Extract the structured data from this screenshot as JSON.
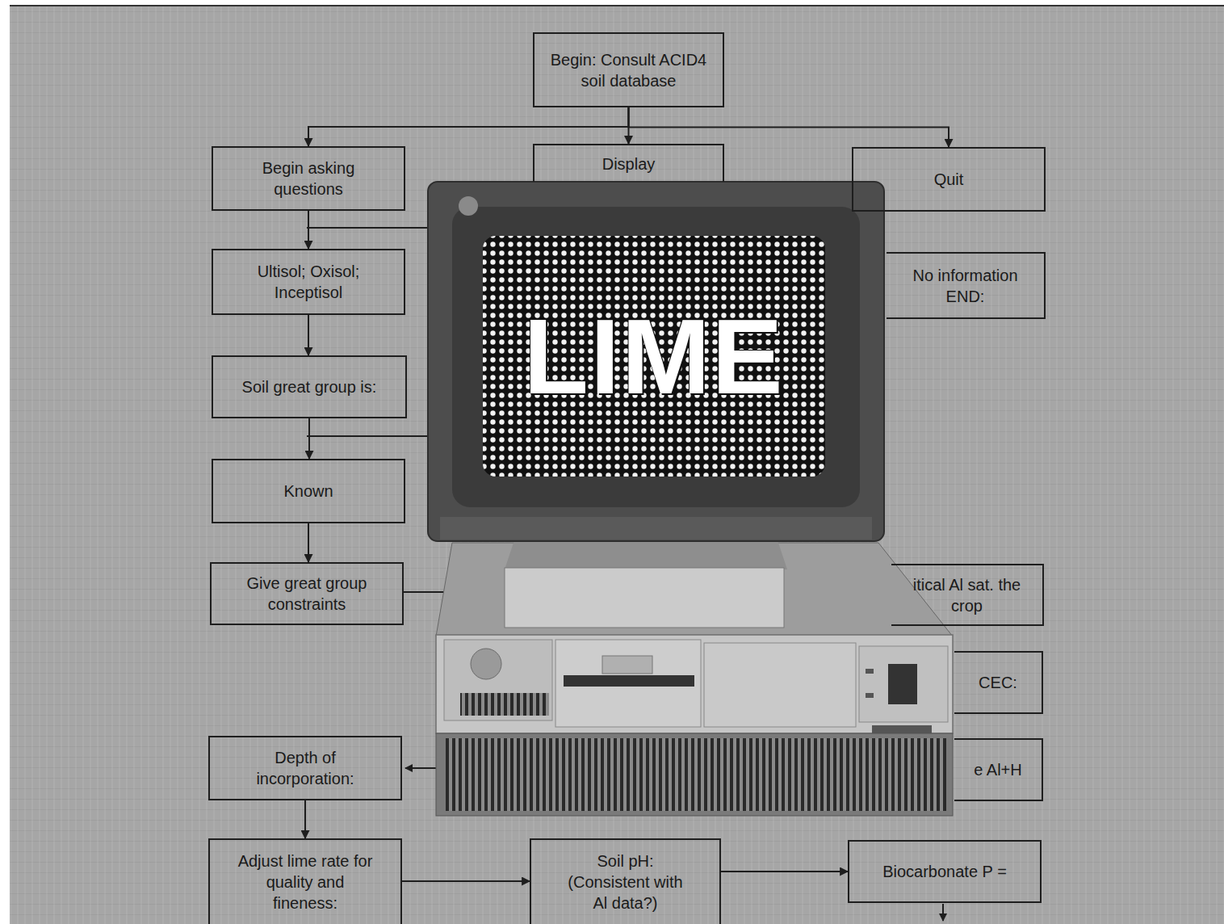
{
  "diagram": {
    "nodes": [
      {
        "text": [
          "Begin: Consult ACID4 soil database"
        ]
      },
      {
        "text": [
          "Begin asking questions"
        ]
      },
      {
        "text": [
          "Display"
        ]
      },
      {
        "text": [
          "Quit"
        ]
      },
      {
        "text": [
          "Ultisol; Oxisol; Inceptisol"
        ]
      },
      {
        "text": [
          "No information END:"
        ]
      },
      {
        "text": [
          "Soil great group is:"
        ]
      },
      {
        "text": [
          "Known"
        ]
      },
      {
        "text": [
          "Give great group constraints"
        ]
      },
      {
        "text": [
          "itical Al sat. the crop"
        ]
      },
      {
        "text": [
          "CEC:"
        ]
      },
      {
        "text": [
          "e Al+H"
        ]
      },
      {
        "text": [
          "Depth of incorporation:"
        ]
      },
      {
        "text": [
          "Adjust lime rate for quality and fineness:"
        ]
      },
      {
        "text": [
          "Soil pH: (Consistent with Al data?)"
        ]
      },
      {
        "text": [
          "Biocarbonate P ="
        ]
      }
    ],
    "edges": [
      {
        "from": 0,
        "to": 1,
        "arrow": "to"
      },
      {
        "from": 0,
        "to": 2,
        "arrow": "to"
      },
      {
        "from": 0,
        "to": 3,
        "arrow": "to"
      },
      {
        "from": 1,
        "to": 4,
        "arrow": "to"
      },
      {
        "from": 4,
        "to": 6,
        "arrow": "to"
      },
      {
        "from": 6,
        "to": 7,
        "arrow": "to"
      },
      {
        "from": 7,
        "to": 8,
        "arrow": "to"
      },
      {
        "from": 12,
        "to": 13,
        "arrow": "to"
      },
      {
        "from": 13,
        "to": 14,
        "arrow": "to"
      },
      {
        "from": 14,
        "to": 15,
        "arrow": "to"
      }
    ],
    "labels": [
      "LIME"
    ]
  }
}
